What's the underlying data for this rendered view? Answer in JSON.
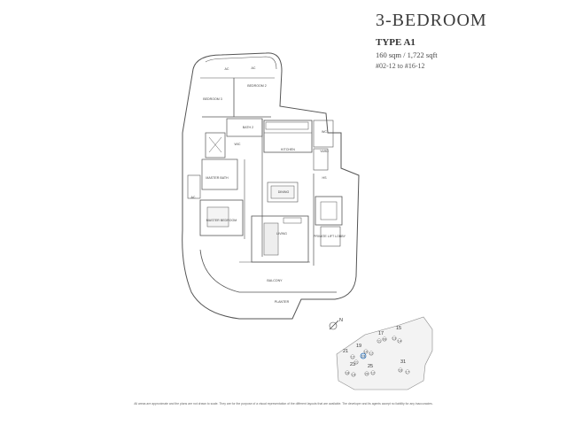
{
  "header": {
    "title": "3-BEDROOM",
    "type": "TYPE A1",
    "area": "160 sqm / 1,722 sqft",
    "units": "#02-12 to #16-12"
  },
  "rooms": {
    "bedroom2": "BEDROOM 2",
    "bedroom3": "BEDROOM 3",
    "bath2": "BATH 2",
    "master_bath": "MASTER BATH",
    "master_bedroom": "MASTER BEDROOM",
    "wic": "WIC",
    "aircon_ledge_1": "AC",
    "aircon_ledge_2": "AC",
    "aircon_ledge_3": "AC",
    "kitchen": "KITCHEN",
    "dining": "DINING",
    "living": "LIVING",
    "balcony": "BALCONY",
    "planter": "PLANTER",
    "yard": "YARD",
    "household_shelter": "HS",
    "private_lift_lobby": "PRIVATE LIFT LOBBY",
    "wc": "WC"
  },
  "site_plan": {
    "north_label": "N",
    "blocks": [
      "19",
      "17",
      "15",
      "21",
      "23",
      "25",
      "31"
    ],
    "unit_numbers": [
      "12",
      "11",
      "10",
      "12",
      "11",
      "09",
      "13",
      "14",
      "16",
      "17",
      "18",
      "19",
      "20",
      "12",
      "13"
    ]
  },
  "disclaimer": "All areas are approximate and the plans are not drawn to scale. They are for the purpose of a visual representation of the different layouts that are available. The developer and its agents accept no liability for any inaccuracies.",
  "colors": {
    "line": "#555555",
    "highlight": "#2b6fb5",
    "fill_light": "#f2f2f2"
  }
}
